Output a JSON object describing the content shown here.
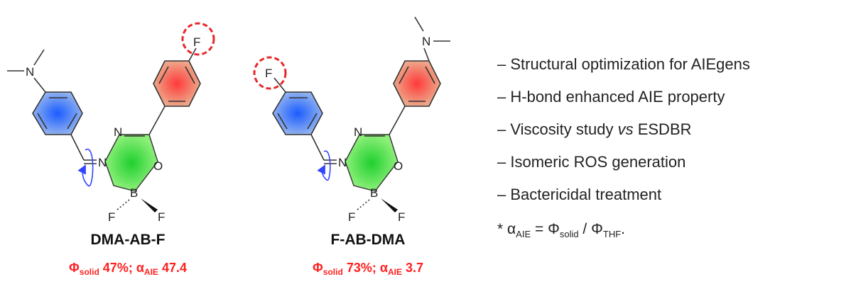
{
  "molecules": [
    {
      "name": "DMA-AB-F",
      "phi_symbol": "Φ",
      "phi_sub": "solid",
      "phi_value": "47%;",
      "alpha_symbol": "α",
      "alpha_sub": "AIE",
      "alpha_value": "47.4",
      "atoms": {
        "n_dimethyl": "N",
        "n_ring": "N",
        "n_imine": "N",
        "o": "O",
        "b": "B",
        "f_left": "F",
        "f_right": "F",
        "f_highlight": "F"
      }
    },
    {
      "name": "F-AB-DMA",
      "phi_symbol": "Φ",
      "phi_sub": "solid",
      "phi_value": "73%;",
      "alpha_symbol": "α",
      "alpha_sub": "AIE",
      "alpha_value": "3.7",
      "atoms": {
        "n_dimethyl": "N",
        "n_ring": "N",
        "n_imine": "N",
        "o": "O",
        "b": "B",
        "f_left": "F",
        "f_right": "F",
        "f_highlight": "F"
      }
    }
  ],
  "bullets": [
    {
      "dash": "–",
      "text": "Structural optimization for AIEgens"
    },
    {
      "dash": "–",
      "text": "H-bond enhanced AIE property"
    },
    {
      "dash": "–",
      "text": "Viscosity study ",
      "italic": "vs",
      "after": " ESDBR"
    },
    {
      "dash": "–",
      "text": "Isomeric ROS generation"
    },
    {
      "dash": "–",
      "text": "Bactericidal treatment"
    }
  ],
  "formula": {
    "star": "*",
    "alpha": "α",
    "alpha_sub": "AIE",
    "eq": " = ",
    "phi1": "Φ",
    "phi1_sub": "solid",
    "slash": " / ",
    "phi2": "Φ",
    "phi2_sub": "THF",
    "end": "."
  },
  "colors": {
    "blue_ring": "#2f6cff",
    "orange_ring": "#ff5b4a",
    "green_ring": "#22d33a",
    "highlight": "#e8262a",
    "rotation_arrow": "#3344ff",
    "property_text": "#ff2020"
  }
}
